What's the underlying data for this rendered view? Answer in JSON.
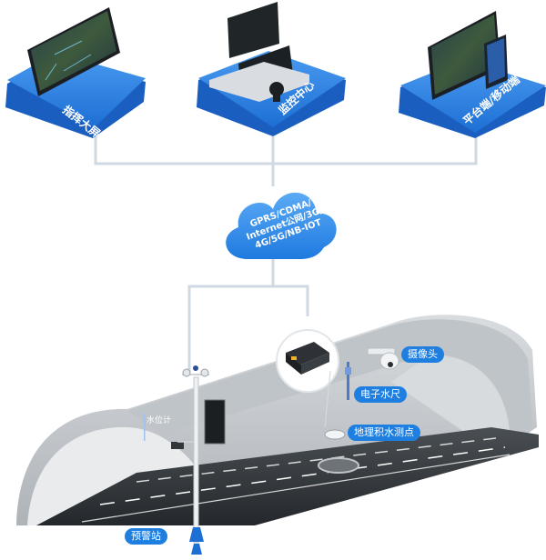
{
  "platforms": [
    {
      "label": "指挥大屏"
    },
    {
      "label": "监控中心"
    },
    {
      "label": "平台端/移动端"
    }
  ],
  "network": {
    "lines": [
      "GPRS/CDMA/",
      "Internet公网/3G/",
      "4G/5G/NB-IOT"
    ]
  },
  "devices": {
    "camera": "摄像头",
    "water_ruler": "电子水尺",
    "ponding_point": "地理积水测点",
    "water_gauge": "水位计",
    "warning_station": "预警站"
  },
  "colors": {
    "platform_blue": "#2f7fdc",
    "link_line": "#cfd8e3",
    "callout_blue": "#1f7fe0",
    "road_dark": "#2f3438",
    "tunnel_gray": "#c9cdd1"
  }
}
